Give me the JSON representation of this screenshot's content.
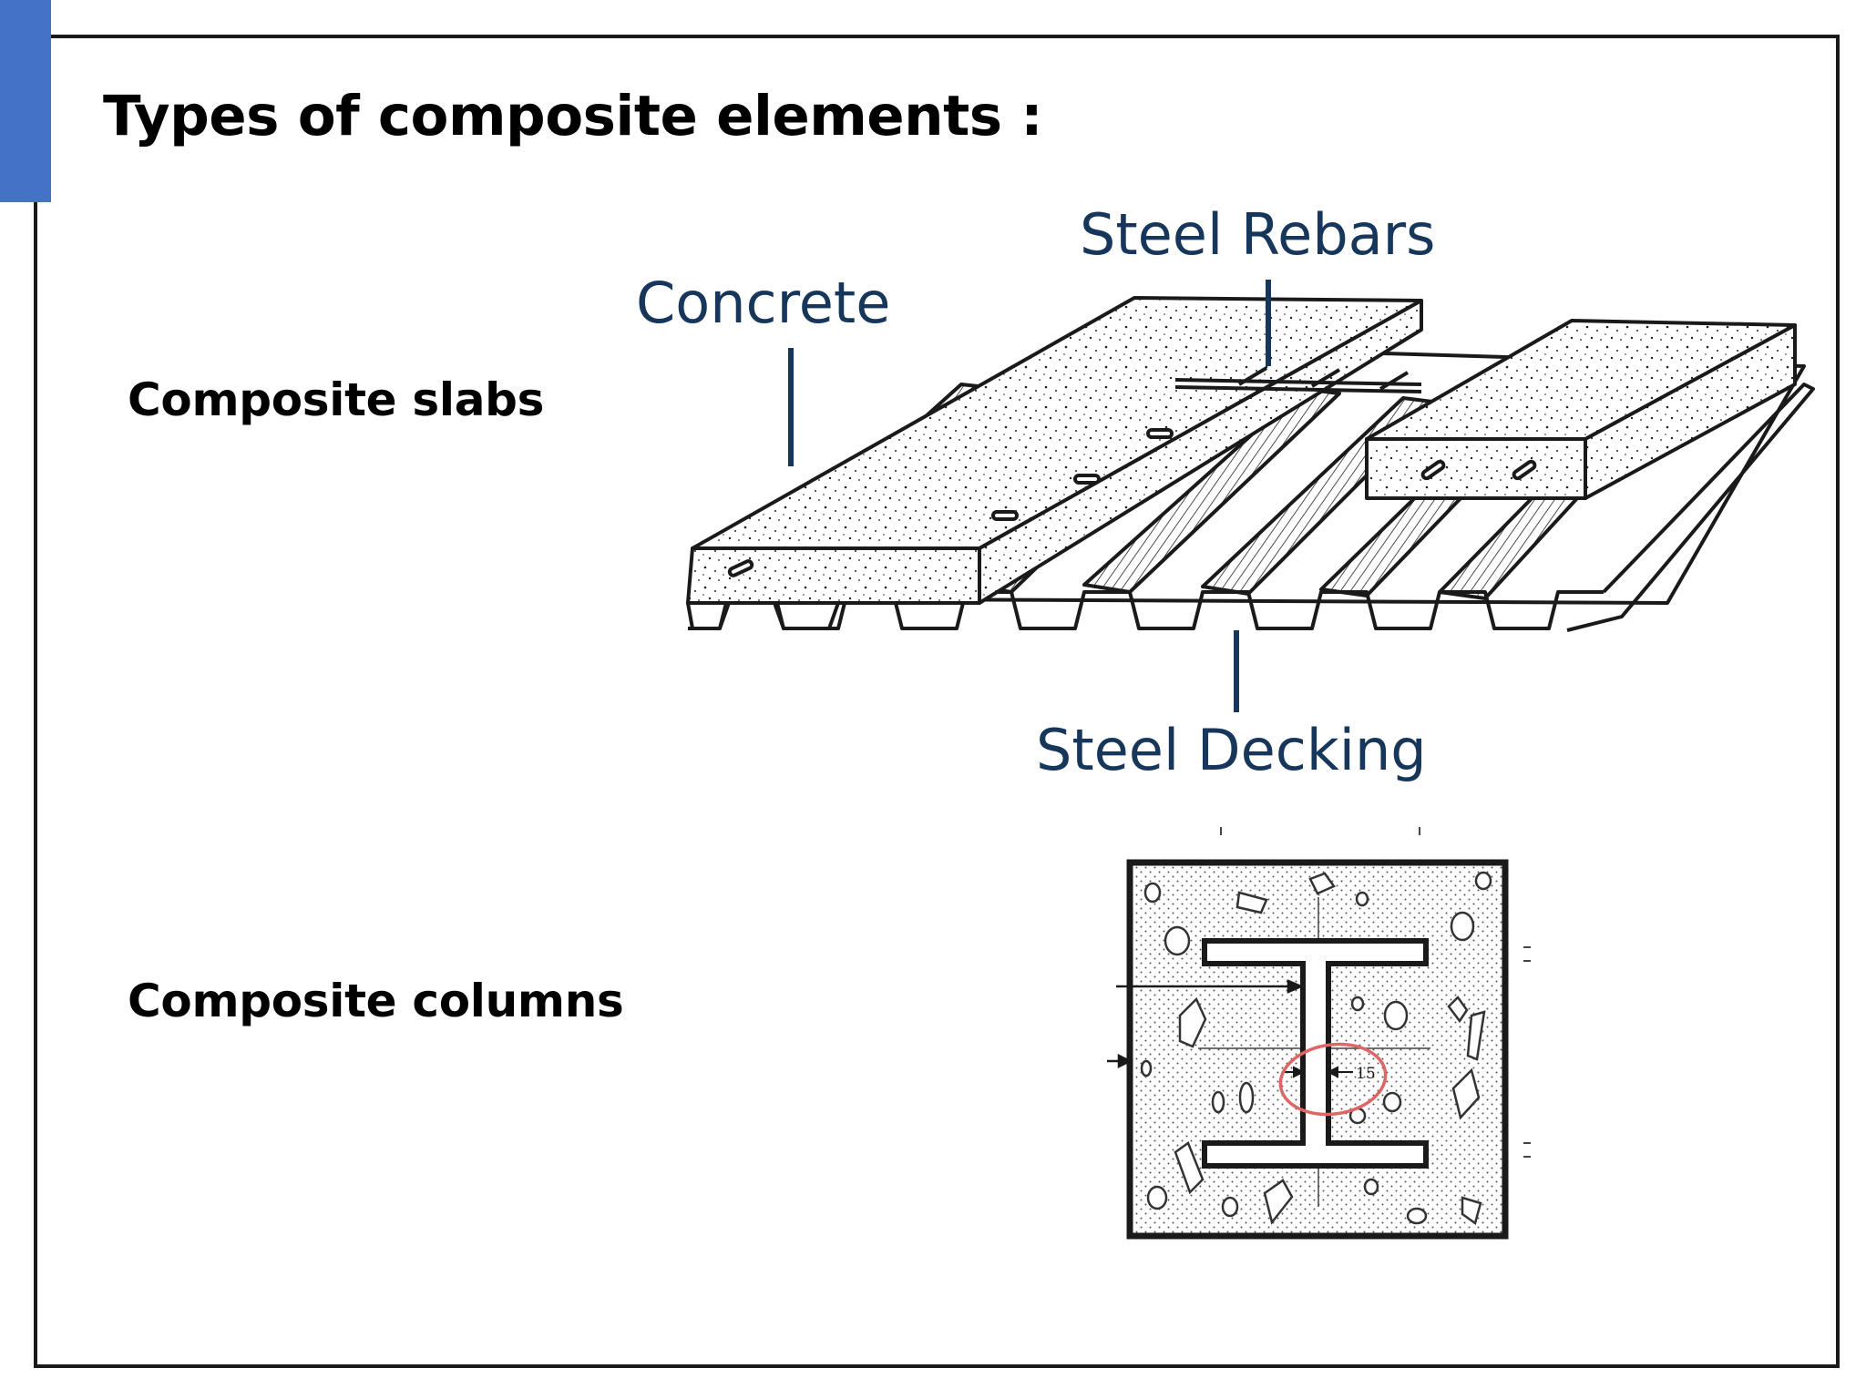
{
  "slide": {
    "title": "Types of composite elements :",
    "accent_color": "#4472c4"
  },
  "sections": {
    "slabs_label": "Composite slabs",
    "columns_label": "Composite columns"
  },
  "slab_figure": {
    "callout_concrete": "Concrete",
    "callout_rebars": "Steel Rebars",
    "callout_decking": "Steel Decking",
    "callout_color": "#16365c"
  },
  "column_figure": {
    "dimension_label": "15",
    "highlight_color": "#e06666"
  }
}
